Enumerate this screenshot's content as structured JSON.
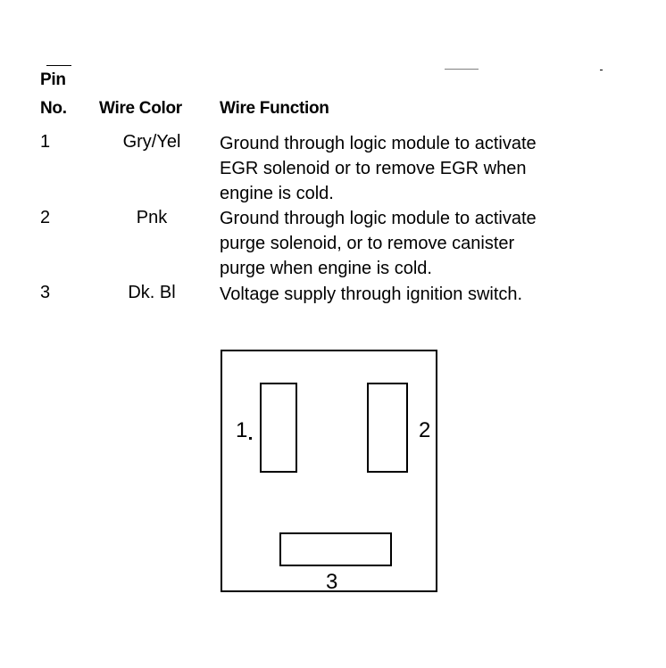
{
  "table": {
    "headers": {
      "pin_line1": "Pin",
      "pin_line2": "No.",
      "wire_color": "Wire Color",
      "wire_function": "Wire Function"
    },
    "rows": [
      {
        "pin": "1",
        "color": "Gry/Yel",
        "function_lines": [
          "Ground through logic module to activate",
          "EGR solenoid or to remove EGR when",
          "engine is cold."
        ]
      },
      {
        "pin": "2",
        "color": "Pnk",
        "function_lines": [
          "Ground through logic module to activate",
          "purge solenoid, or to remove canister",
          "purge when engine is cold."
        ]
      },
      {
        "pin": "3",
        "color": "Dk. Bl",
        "function_lines": [
          "Voltage supply through ignition switch."
        ]
      }
    ]
  },
  "connector": {
    "labels": {
      "pin1": "1",
      "pin2": "2",
      "pin3": "3"
    }
  }
}
